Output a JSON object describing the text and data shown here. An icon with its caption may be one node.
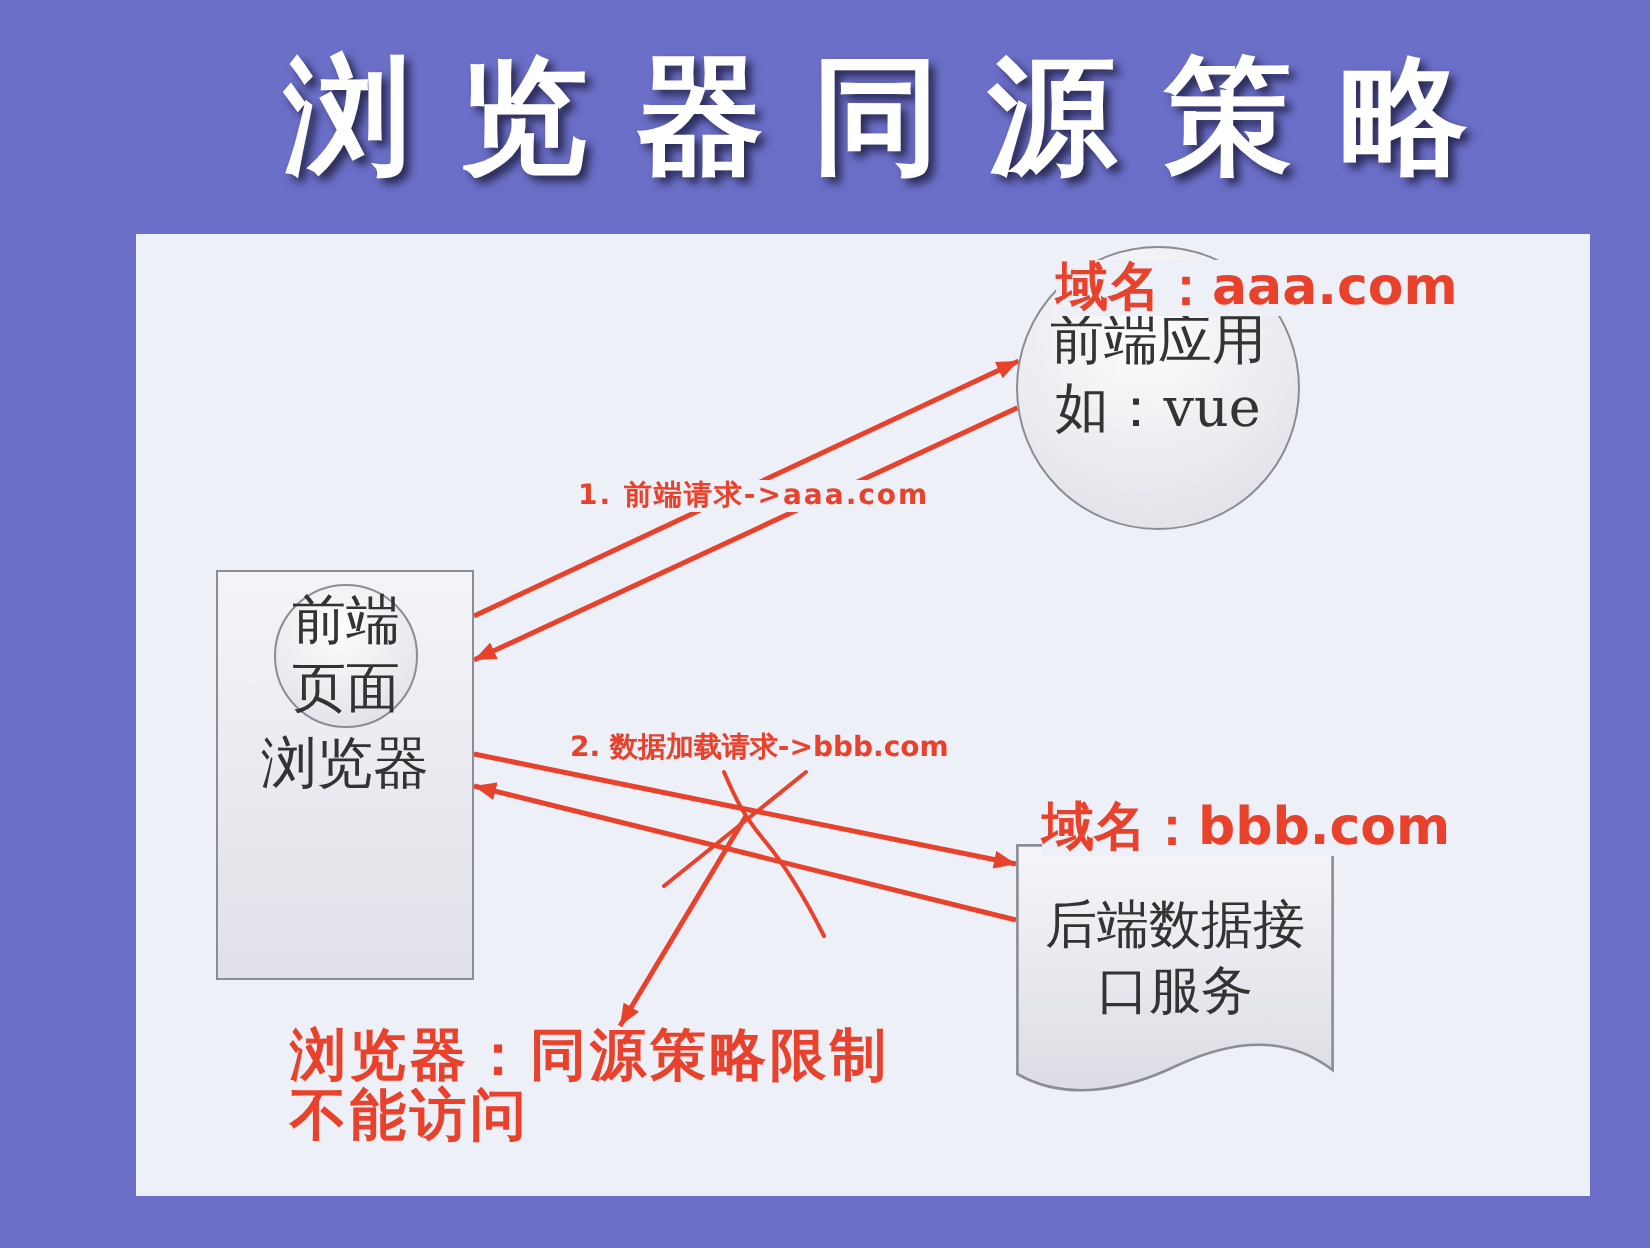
{
  "diagram": {
    "title": "浏览器同源策略",
    "nodes": [
      {
        "text": [
          "域名：aaa.com",
          "前端应用",
          "如：vue"
        ]
      },
      {
        "text": [
          "浏览器"
        ]
      },
      {
        "text": [
          "前端页面"
        ],
        "in": 1
      },
      {
        "text": [
          "域名：bbb.com",
          "后端数据接口服务"
        ]
      },
      {
        "text": [
          "浏览器：同源策略限制不能访问"
        ]
      }
    ],
    "edges": [
      {
        "from": 1,
        "to": 0,
        "arrow": "to",
        "label": "1. 前端请求->aaa.com"
      },
      {
        "from": 0,
        "to": 1,
        "arrow": "to"
      },
      {
        "from": 1,
        "to": 3,
        "arrow": "to",
        "label": "2. 数据加载请求->bbb.com"
      },
      {
        "from": 3,
        "to": 1,
        "arrow": "to"
      },
      {
        "from": null,
        "to": 4,
        "arrow": "to"
      }
    ]
  }
}
